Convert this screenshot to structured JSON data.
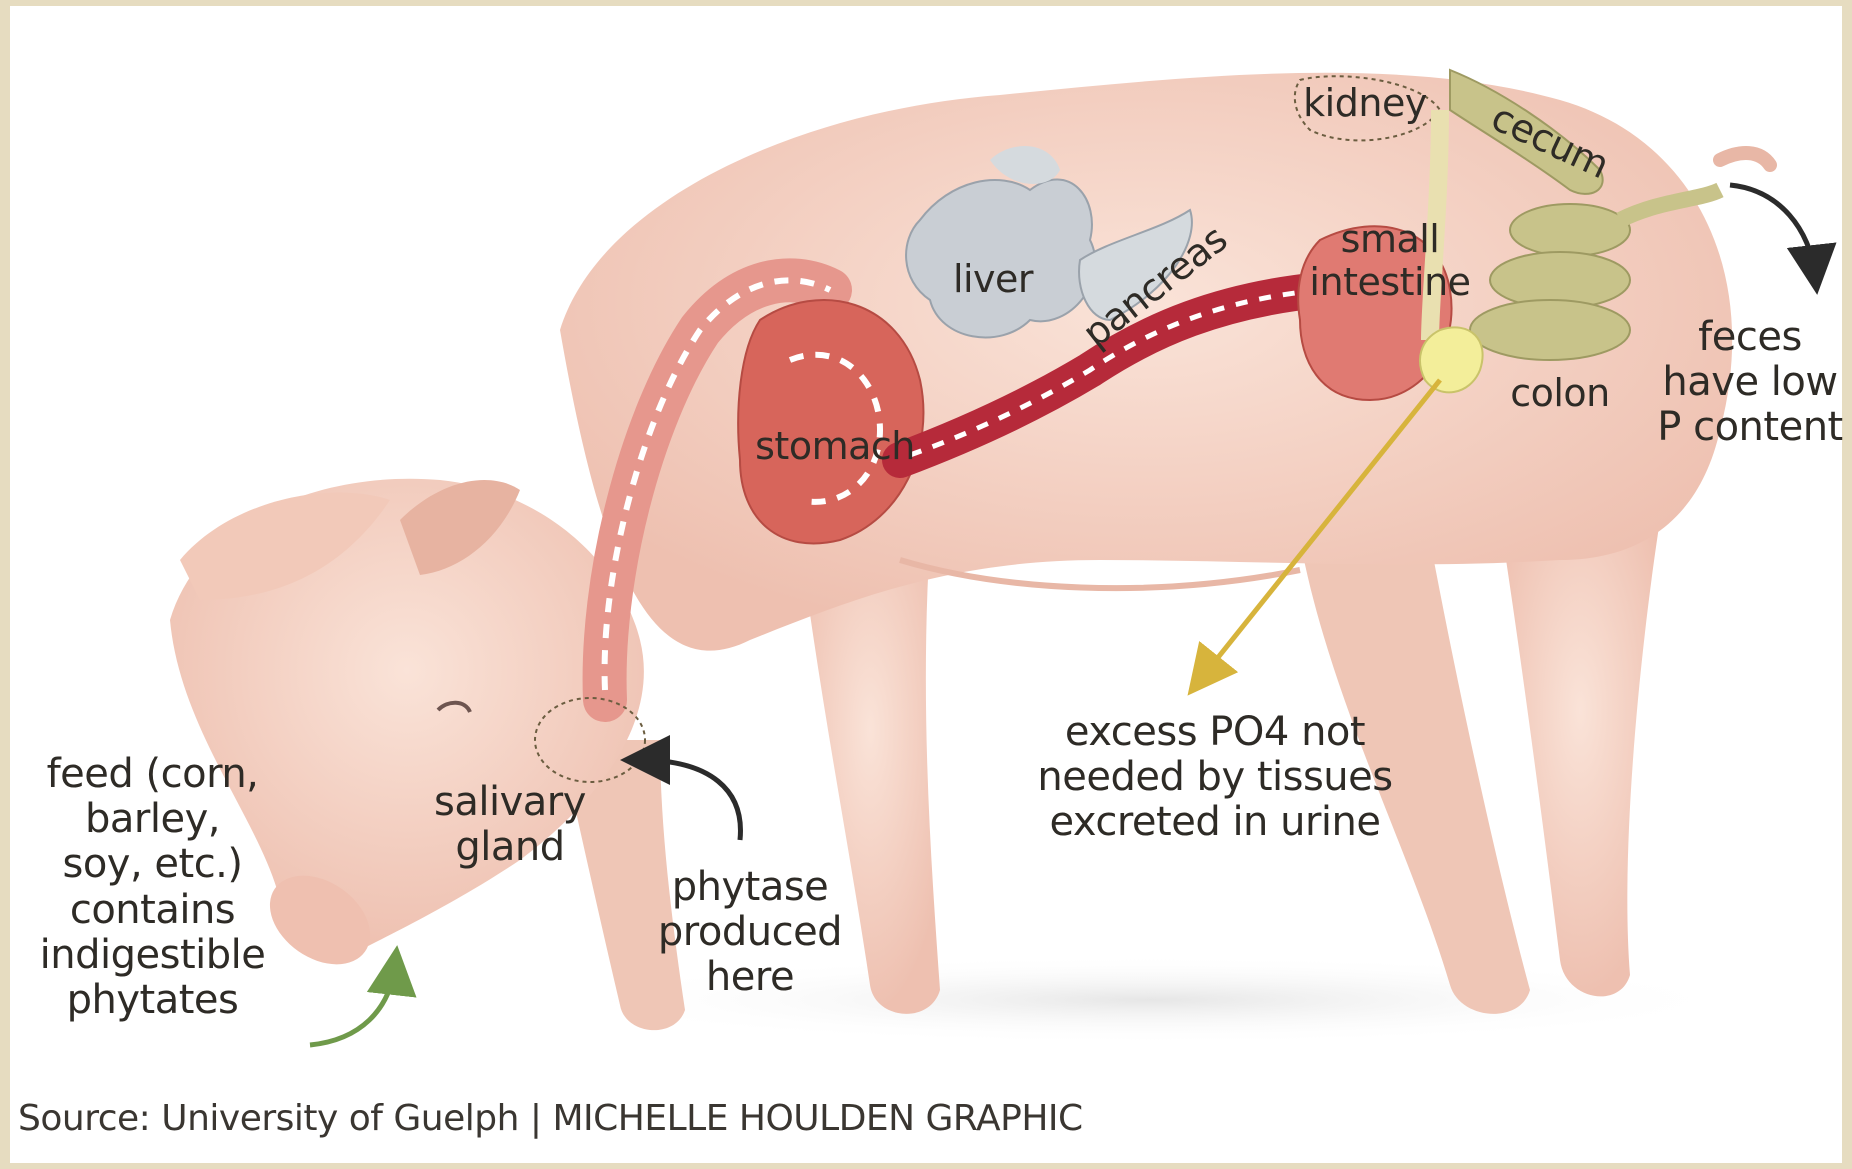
{
  "labels": {
    "kidney": "kidney",
    "cecum": "cecum",
    "small_intestine": "small\nintestine",
    "liver": "liver",
    "pancreas": "pancreas",
    "stomach": "stomach",
    "colon": "colon",
    "feces": "feces\nhave low\nP content",
    "excess": "excess PO4 not\nneeded by tissues\nexcreted in urine",
    "salivary": "salivary\ngland",
    "phytase": "phytase\nproduced\nhere",
    "feed": "feed (corn,\nbarley,\nsoy, etc.)\ncontains\nindigestible\nphytates"
  },
  "source_line": "Source: University of Guelph  |  MICHELLE HOULDEN GRAPHIC",
  "colors": {
    "pig_skin": "#f4d2c4",
    "pig_shade": "#e8b7a6",
    "gut_tube": "#e07a72",
    "stomach": "#d7655b",
    "small_intestine_red": "#b62a3a",
    "liver_grey": "#c9ced4",
    "colon_olive": "#c8c38a",
    "kidney_outline": "#6b5d40",
    "yellow_arrow": "#d7b43c",
    "green_arrow": "#6f9a4a",
    "black_arrow": "#2b2b2b",
    "frame": "#e6dcc0"
  }
}
